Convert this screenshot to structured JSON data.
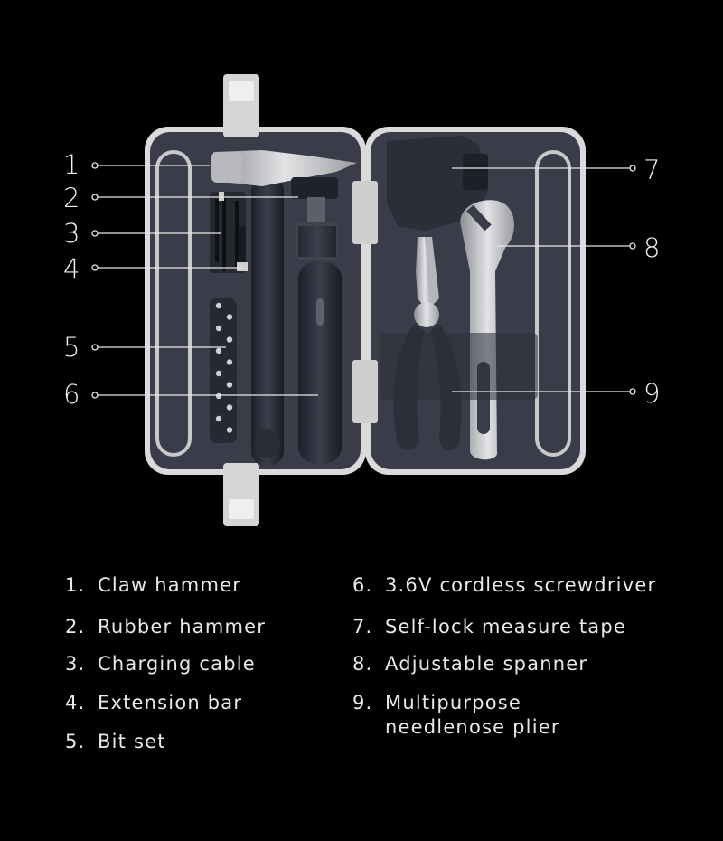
{
  "callouts": [
    "1",
    "2",
    "3",
    "4",
    "5",
    "6",
    "7",
    "8",
    "9"
  ],
  "legend": [
    {
      "n": "1.",
      "text": "Claw hammer"
    },
    {
      "n": "2.",
      "text": "Rubber hammer"
    },
    {
      "n": "3.",
      "text": "Charging cable"
    },
    {
      "n": "4.",
      "text": "Extension bar"
    },
    {
      "n": "5.",
      "text": "Bit set"
    },
    {
      "n": "6.",
      "text": "3.6V cordless screwdriver"
    },
    {
      "n": "7.",
      "text": "Self-lock measure tape"
    },
    {
      "n": "8.",
      "text": "Adjustable spanner"
    },
    {
      "n": "9.",
      "text": "Multipurpose",
      "text2": "needlenose plier"
    }
  ],
  "colors": {
    "background": "#000000",
    "case_interior": "#3a3d49",
    "case_rim": "#d8d8d8",
    "tool_body": "#22252f",
    "metal": "#c9cacc"
  }
}
